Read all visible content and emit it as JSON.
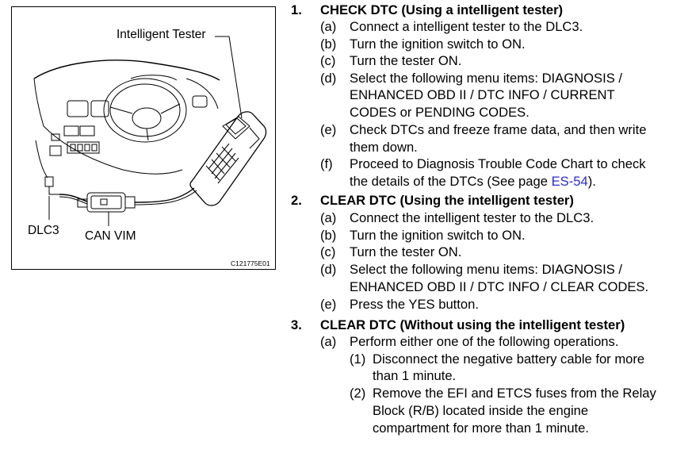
{
  "figure": {
    "labels": {
      "tester": "Intelligent Tester",
      "dlc3": "DLC3",
      "can_vim": "CAN VIM"
    },
    "code": "C121775E01"
  },
  "sections": [
    {
      "num": "1.",
      "title": "CHECK DTC (Using a intelligent tester)",
      "items": [
        {
          "mark": "(a)",
          "lines": [
            "Connect a intelligent tester to the DLC3."
          ]
        },
        {
          "mark": "(b)",
          "lines": [
            "Turn the ignition switch to ON."
          ]
        },
        {
          "mark": "(c)",
          "lines": [
            "Turn the tester ON."
          ]
        },
        {
          "mark": "(d)",
          "lines": [
            "Select the following menu items: DIAGNOSIS /",
            "ENHANCED OBD II / DTC INFO / CURRENT",
            "CODES or PENDING CODES."
          ]
        },
        {
          "mark": "(e)",
          "lines": [
            "Check DTCs and freeze frame data, and then write",
            "them down."
          ]
        },
        {
          "mark": "(f)",
          "lines": [
            "Proceed to Diagnosis Trouble Code Chart to check"
          ],
          "last_line_pre": "the details of the DTCs (See page ",
          "link": "ES-54",
          "last_line_post": ")."
        }
      ]
    },
    {
      "num": "2.",
      "title": "CLEAR DTC (Using the intelligent tester)",
      "items": [
        {
          "mark": "(a)",
          "lines": [
            "Connect the intelligent tester to the DLC3."
          ]
        },
        {
          "mark": "(b)",
          "lines": [
            "Turn the ignition switch to ON."
          ]
        },
        {
          "mark": "(c)",
          "lines": [
            "Turn the tester ON."
          ]
        },
        {
          "mark": "(d)",
          "lines": [
            "Select the following menu items: DIAGNOSIS /",
            "ENHANCED OBD II / DTC INFO / CLEAR CODES."
          ]
        },
        {
          "mark": "(e)",
          "lines": [
            "Press the YES button."
          ]
        }
      ]
    },
    {
      "num": "3.",
      "title": "CLEAR DTC  (Without using the intelligent tester)",
      "items": [
        {
          "mark": "(a)",
          "lines": [
            "Perform either one of the following operations."
          ]
        }
      ],
      "subitems": [
        {
          "mark": "(1)",
          "lines": [
            "Disconnect the negative battery cable for more",
            "than 1 minute."
          ]
        },
        {
          "mark": "(2)",
          "lines": [
            "Remove the EFI and ETCS fuses from the Relay",
            "Block (R/B) located inside the engine",
            "compartment for more than 1 minute."
          ]
        }
      ]
    }
  ]
}
